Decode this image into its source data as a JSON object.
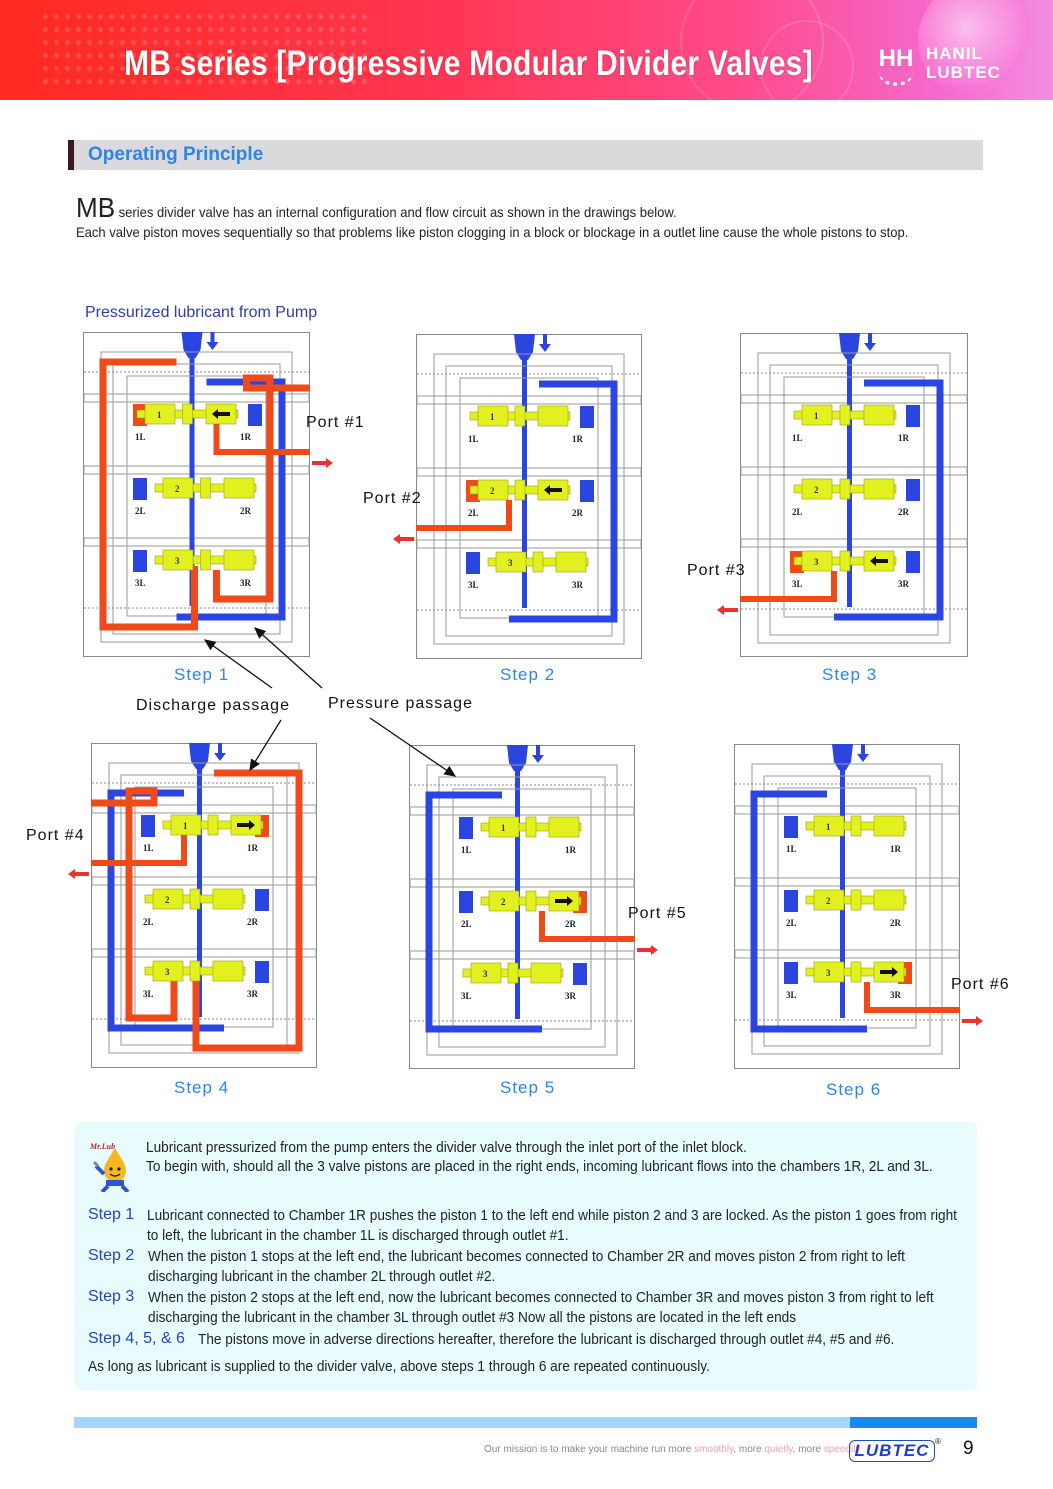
{
  "header": {
    "title": "MB series [Progressive Modular Divider Valves]",
    "logo_mark": "HH",
    "logo_line1": "HANIL",
    "logo_line2": "LUBTEC",
    "colors": {
      "banner_start": "#ff2a1e",
      "banner_end": "#f38ee0"
    }
  },
  "section": {
    "title": "Operating Principle"
  },
  "intro": {
    "lead": "MB",
    "line1": " series divider valve has an internal configuration and flow circuit as shown in the drawings below.",
    "line2": "Each valve piston moves sequentially so that problems like piston clogging in a block or blockage in a outlet line cause the whole pistons to stop."
  },
  "diagrams": {
    "inlet_caption": "Pressurized lubricant from Pump",
    "discharge_label": "Discharge passage",
    "pressure_label": "Pressure passage",
    "colors": {
      "pressure": "#2b45e0",
      "discharge": "#f04a18",
      "piston": "#e2f020",
      "port_arrow": "#f03030"
    },
    "chamber_labels": [
      "1L",
      "1R",
      "2L",
      "2R",
      "3L",
      "3R"
    ],
    "steps": [
      {
        "label": "Step 1",
        "port": "Port #1",
        "moving_piston": "1",
        "direction": "left",
        "discharge_chamber": "1L",
        "pressure_chamber": "1R",
        "pistons": [
          "left",
          "right",
          "right"
        ]
      },
      {
        "label": "Step 2",
        "port": "Port #2",
        "moving_piston": "2",
        "direction": "left",
        "discharge_chamber": "2L",
        "pressure_chamber": "2R",
        "pistons": [
          "left",
          "left",
          "right"
        ]
      },
      {
        "label": "Step 3",
        "port": "Port #3",
        "moving_piston": "3",
        "direction": "left",
        "discharge_chamber": "3L",
        "pressure_chamber": "3R",
        "pistons": [
          "left",
          "left",
          "left"
        ]
      },
      {
        "label": "Step 4",
        "port": "Port #4",
        "moving_piston": "1",
        "direction": "right",
        "discharge_chamber": "1R",
        "pressure_chamber": "1L",
        "pistons": [
          "right",
          "left",
          "left"
        ]
      },
      {
        "label": "Step 5",
        "port": "Port #5",
        "moving_piston": "2",
        "direction": "right",
        "discharge_chamber": "2R",
        "pressure_chamber": "2L",
        "pistons": [
          "right",
          "right",
          "left"
        ]
      },
      {
        "label": "Step 6",
        "port": "Port #6",
        "moving_piston": "3",
        "direction": "right",
        "discharge_chamber": "3R",
        "pressure_chamber": "3L",
        "pistons": [
          "right",
          "right",
          "right"
        ]
      }
    ]
  },
  "explanation": {
    "mascot_label": "Mr.Lub",
    "intro1": "Lubricant pressurized from the pump enters the divider valve through the inlet port of the inlet block.",
    "intro2": "To begin with, should all the 3 valve pistons are placed in the right ends, incoming lubricant flows into the chambers 1R, 2L and 3L.",
    "steps": [
      {
        "head": "Step 1",
        "text": "Lubricant connected to Chamber 1R pushes the piston 1 to the left end while piston 2 and 3 are locked. As the piston 1 goes from right to left, the lubricant in the chamber 1L is discharged through outlet #1."
      },
      {
        "head": "Step 2",
        "text": "When the piston 1 stops at the left end, the lubricant becomes connected to Chamber 2R and moves piston 2 from right to left discharging lubricant in the chamber 2L through outlet #2."
      },
      {
        "head": "Step 3",
        "text": "When the piston 2 stops at the left end, now the lubricant becomes connected to Chamber 3R and moves piston 3 from right to left discharging the lubricant in the chamber 3L through outlet #3 Now all the pistons are located in the left ends"
      },
      {
        "head": "Step 4, 5, & 6",
        "text": "The pistons move in adverse directions hereafter, therefore the lubricant is discharged through outlet #4, #5 and #6."
      }
    ],
    "closing": "As long as lubricant is supplied to the divider valve, above steps 1 through 6 are repeated continuously."
  },
  "footer": {
    "mission_prefix": "Our mission is to make your machine run more ",
    "word1": "smoothly",
    "sep1": ", more ",
    "word2": "quietly",
    "sep2": ", more ",
    "word3": "speedily",
    "brand": "LUBTEC",
    "registered": "®",
    "page_number": "9"
  }
}
